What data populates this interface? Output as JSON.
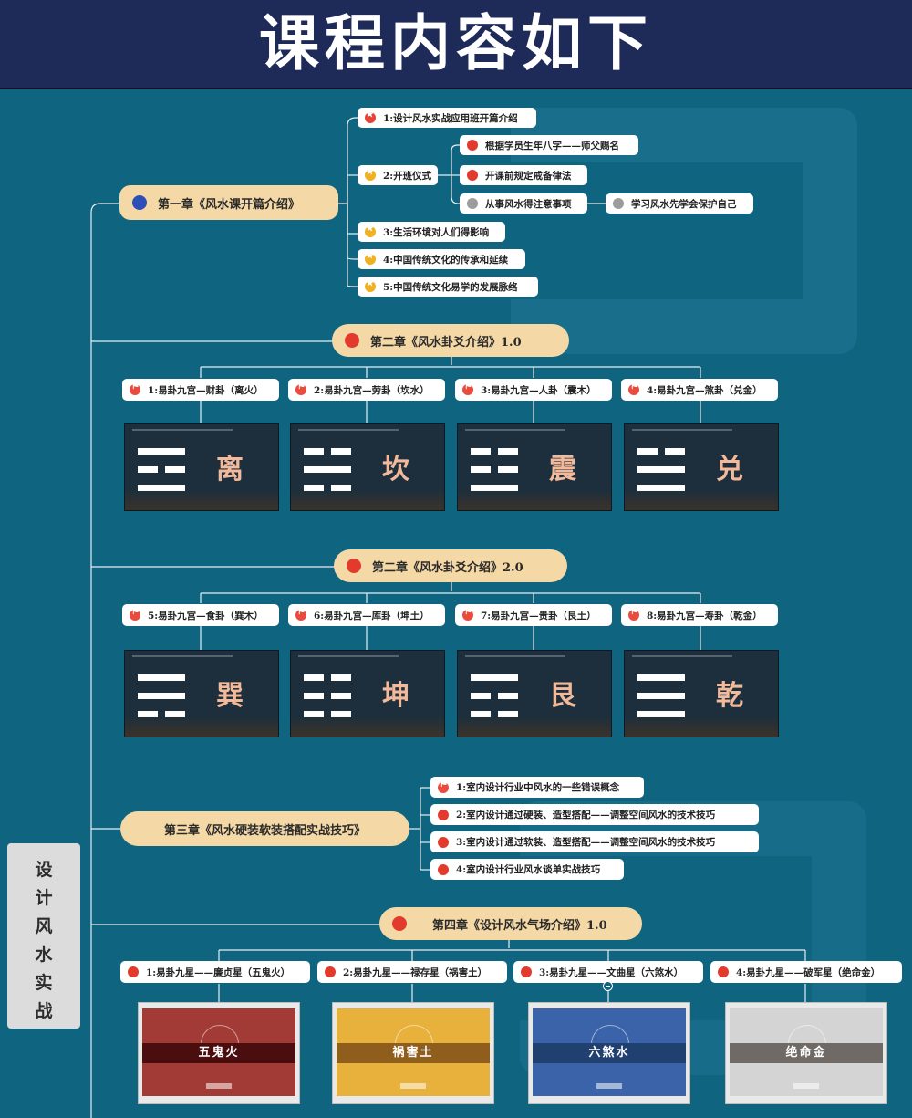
{
  "header": {
    "title": "课程内容如下"
  },
  "sidebar": {
    "title_chars": [
      "设",
      "计",
      "风",
      "水",
      "实",
      "战"
    ]
  },
  "chapter1": {
    "label": "第一章《风水课开篇介绍》",
    "items": [
      "1:设计风水实战应用班开篇介绍",
      "2:开班仪式",
      "3:生活环境对人们得影响",
      "4:中国传统文化的传承和延续",
      "5:中国传统文化易学的发展脉络"
    ],
    "ceremony": [
      "根据学员生年八字——师父赐名",
      "开课前规定戒备律法",
      "从事风水得注意事项"
    ],
    "protect": "学习风水先学会保护自己"
  },
  "chapter2a": {
    "label": "第二章《风水卦爻介绍》1.0",
    "items": [
      "1:易卦九宫—财卦（离火）",
      "2:易卦九宫—劳卦（坎水）",
      "3:易卦九宫—人卦（震木）",
      "4:易卦九宫—煞卦（兑金）"
    ],
    "cards": [
      "离",
      "坎",
      "震",
      "兑"
    ]
  },
  "chapter2b": {
    "label": "第二章《风水卦爻介绍》2.0",
    "items": [
      "5:易卦九宫—食卦（巽木）",
      "6:易卦九宫—库卦（坤土）",
      "7:易卦九宫—贵卦（艮土）",
      "8:易卦九宫—寿卦（乾金）"
    ],
    "cards": [
      "巽",
      "坤",
      "艮",
      "乾"
    ]
  },
  "chapter3": {
    "label": "第三章《风水硬装软装搭配实战技巧》",
    "items": [
      "1:室内设计行业中风水的一些错误概念",
      "2:室内设计通过硬装、造型搭配——调整空间风水的技术技巧",
      "3:室内设计通过软装、造型搭配——调整空间风水的技术技巧",
      "4:室内设计行业风水谈单实战技巧"
    ]
  },
  "chapter4": {
    "label": "第四章《设计风水气场介绍》1.0",
    "items": [
      "1:易卦九星——廉贞星（五鬼火）",
      "2:易卦九星——禄存星（祸害土）",
      "3:易卦九星——文曲星（六煞水）",
      "4:易卦九星——破军星（绝命金）"
    ],
    "cards": [
      "五鬼火",
      "祸害土",
      "六煞水",
      "绝命金"
    ]
  },
  "colors": {
    "header_bg": "#1e2a58",
    "page_bg": "#0f6480",
    "chapter_bg": "#f4d8a6",
    "accent_red": "#e23b2e",
    "accent_blue": "#2d4fb8"
  }
}
